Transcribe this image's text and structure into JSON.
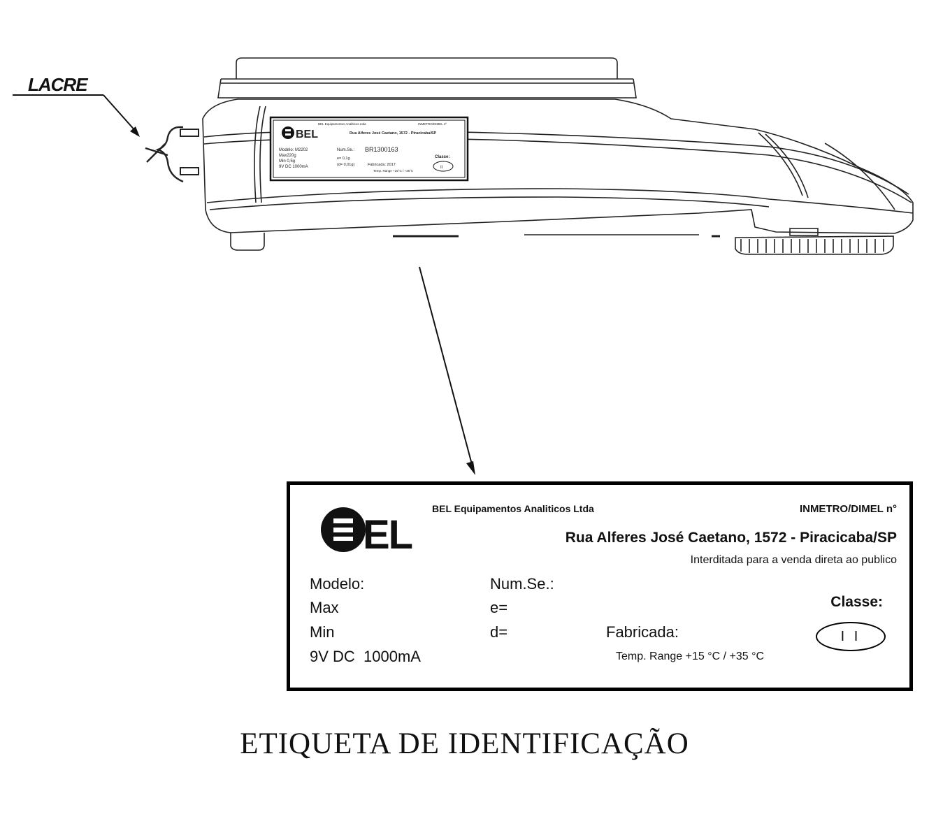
{
  "callout": {
    "lacre": "LACRE"
  },
  "small_label": {
    "brand": "BEL",
    "company": "BEL Equipamentos Analiticos Ltda",
    "inmetro": "INMETRO/DIMEL nº",
    "address": "Rua Alferes José Caetano, 1572 - Piracicaba/SP",
    "model": "Modelo: M2202",
    "max": "Max220g",
    "min": "Min 0,5g",
    "power": "9V DC 1000mA",
    "numse_label": "Num.Se.:",
    "numse_value": "BR1300163",
    "e": "e= 0,1g",
    "d": "(d= 0,01g)",
    "fabricada": "Fabricada: 2017",
    "temp": "Temp. Range +15°C / +35°C",
    "classe": "Classe:",
    "class_value": "II"
  },
  "label": {
    "brand": "BEL",
    "company": "BEL Equipamentos Analiticos Ltda",
    "inmetro": "INMETRO/DIMEL n°",
    "address": "Rua Alferes José Caetano, 1572 - Piracicaba/SP",
    "interdicted": "Interditada para a venda direta ao publico",
    "model": "Modelo:",
    "max": "Max",
    "min": "Min",
    "power": "9V DC  1000mA",
    "numse": "Num.Se.:",
    "e": "e=",
    "d": "d=",
    "fabricada": "Fabricada:",
    "classe": "Classe:",
    "class_value": "I I",
    "temp": "Temp. Range +15 °C / +35 °C"
  },
  "caption": "ETIQUETA DE IDENTIFICAÇÃO"
}
